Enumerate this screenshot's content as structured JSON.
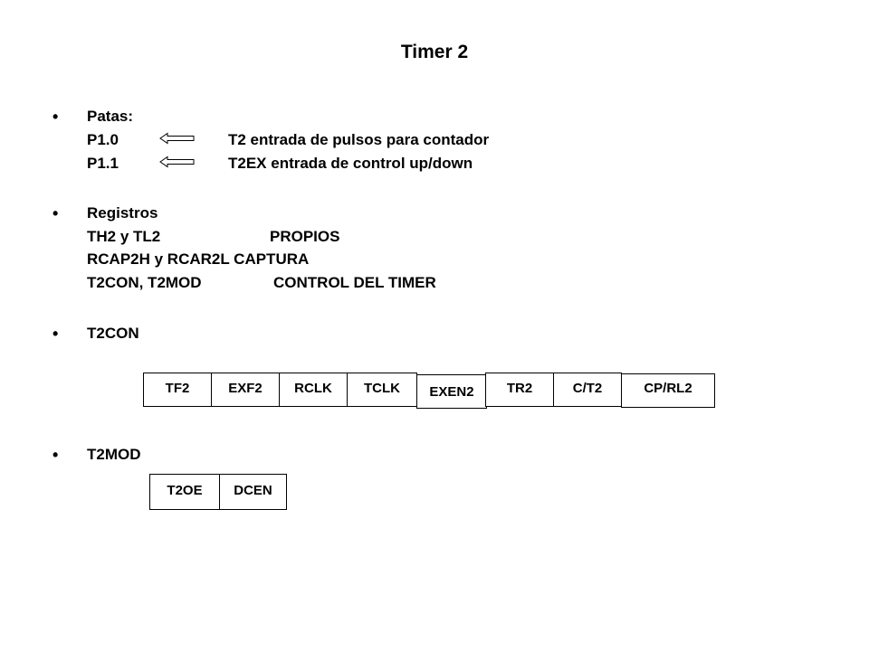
{
  "title": "Timer 2",
  "sections": {
    "patas": {
      "bullet": "•",
      "heading": "Patas:",
      "pins": [
        {
          "pin": "P1.0",
          "description": "T2 entrada de pulsos para contador",
          "arrow_icon": "left-arrow-icon"
        },
        {
          "pin": "P1.1",
          "description": "T2EX entrada de control up/down",
          "arrow_icon": "left-arrow-icon"
        }
      ]
    },
    "registros": {
      "bullet": "•",
      "heading": "Registros",
      "rows": [
        {
          "name": "TH2 y TL2",
          "role": "PROPIOS"
        },
        {
          "text": "RCAP2H y RCAR2L CAPTURA"
        },
        {
          "name": "T2CON, T2MOD",
          "role": "CONTROL DEL TIMER"
        }
      ]
    },
    "t2con": {
      "bullet": "•",
      "heading": "T2CON",
      "bits": [
        "TF2",
        "EXF2",
        "RCLK",
        "TCLK",
        "EXEN2",
        "TR2",
        "C/T2",
        "CP/RL2"
      ]
    },
    "t2mod": {
      "bullet": "•",
      "heading": "T2MOD",
      "bits": [
        "T2OE",
        "DCEN"
      ]
    }
  },
  "colors": {
    "text": "#000000",
    "background": "#ffffff",
    "arrow_fill": "#ffffff",
    "arrow_stroke": "#000000"
  }
}
